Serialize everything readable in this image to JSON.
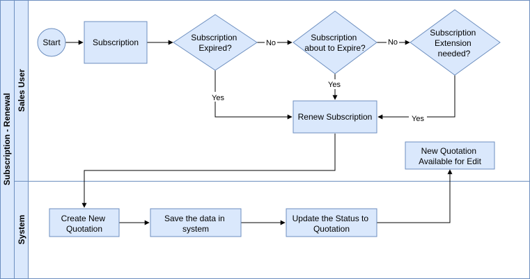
{
  "pool": {
    "title": "Subscription - Renewal",
    "lanes": [
      {
        "id": "sales-user",
        "label": "Sales User"
      },
      {
        "id": "system",
        "label": "System"
      }
    ]
  },
  "nodes": {
    "start": "Start",
    "subscription": "Subscription",
    "expired": [
      "Subscription",
      "Expired?"
    ],
    "about_to_expire": [
      "Subscription",
      "about to Expire?"
    ],
    "extension_needed": [
      "Subscription",
      "Extension",
      "needed?"
    ],
    "renew": "Renew Subscription",
    "new_quotation_available": [
      "New Quotation",
      "Available for Edit"
    ],
    "create_quotation": [
      "Create New",
      "Quotation"
    ],
    "save_data": [
      "Save the data in",
      "system"
    ],
    "update_status": [
      "Update the Status to",
      "Quotation"
    ]
  },
  "edges": {
    "no1": "No",
    "no2": "No",
    "yes_expired": "Yes",
    "yes_about": "Yes",
    "yes_extension": "Yes"
  },
  "colors": {
    "pool_fill": "#dae8fc",
    "pool_stroke": "#6c8ebf",
    "node_fill": "#dae8fc",
    "node_stroke": "#6c8ebf",
    "line": "#000000"
  }
}
